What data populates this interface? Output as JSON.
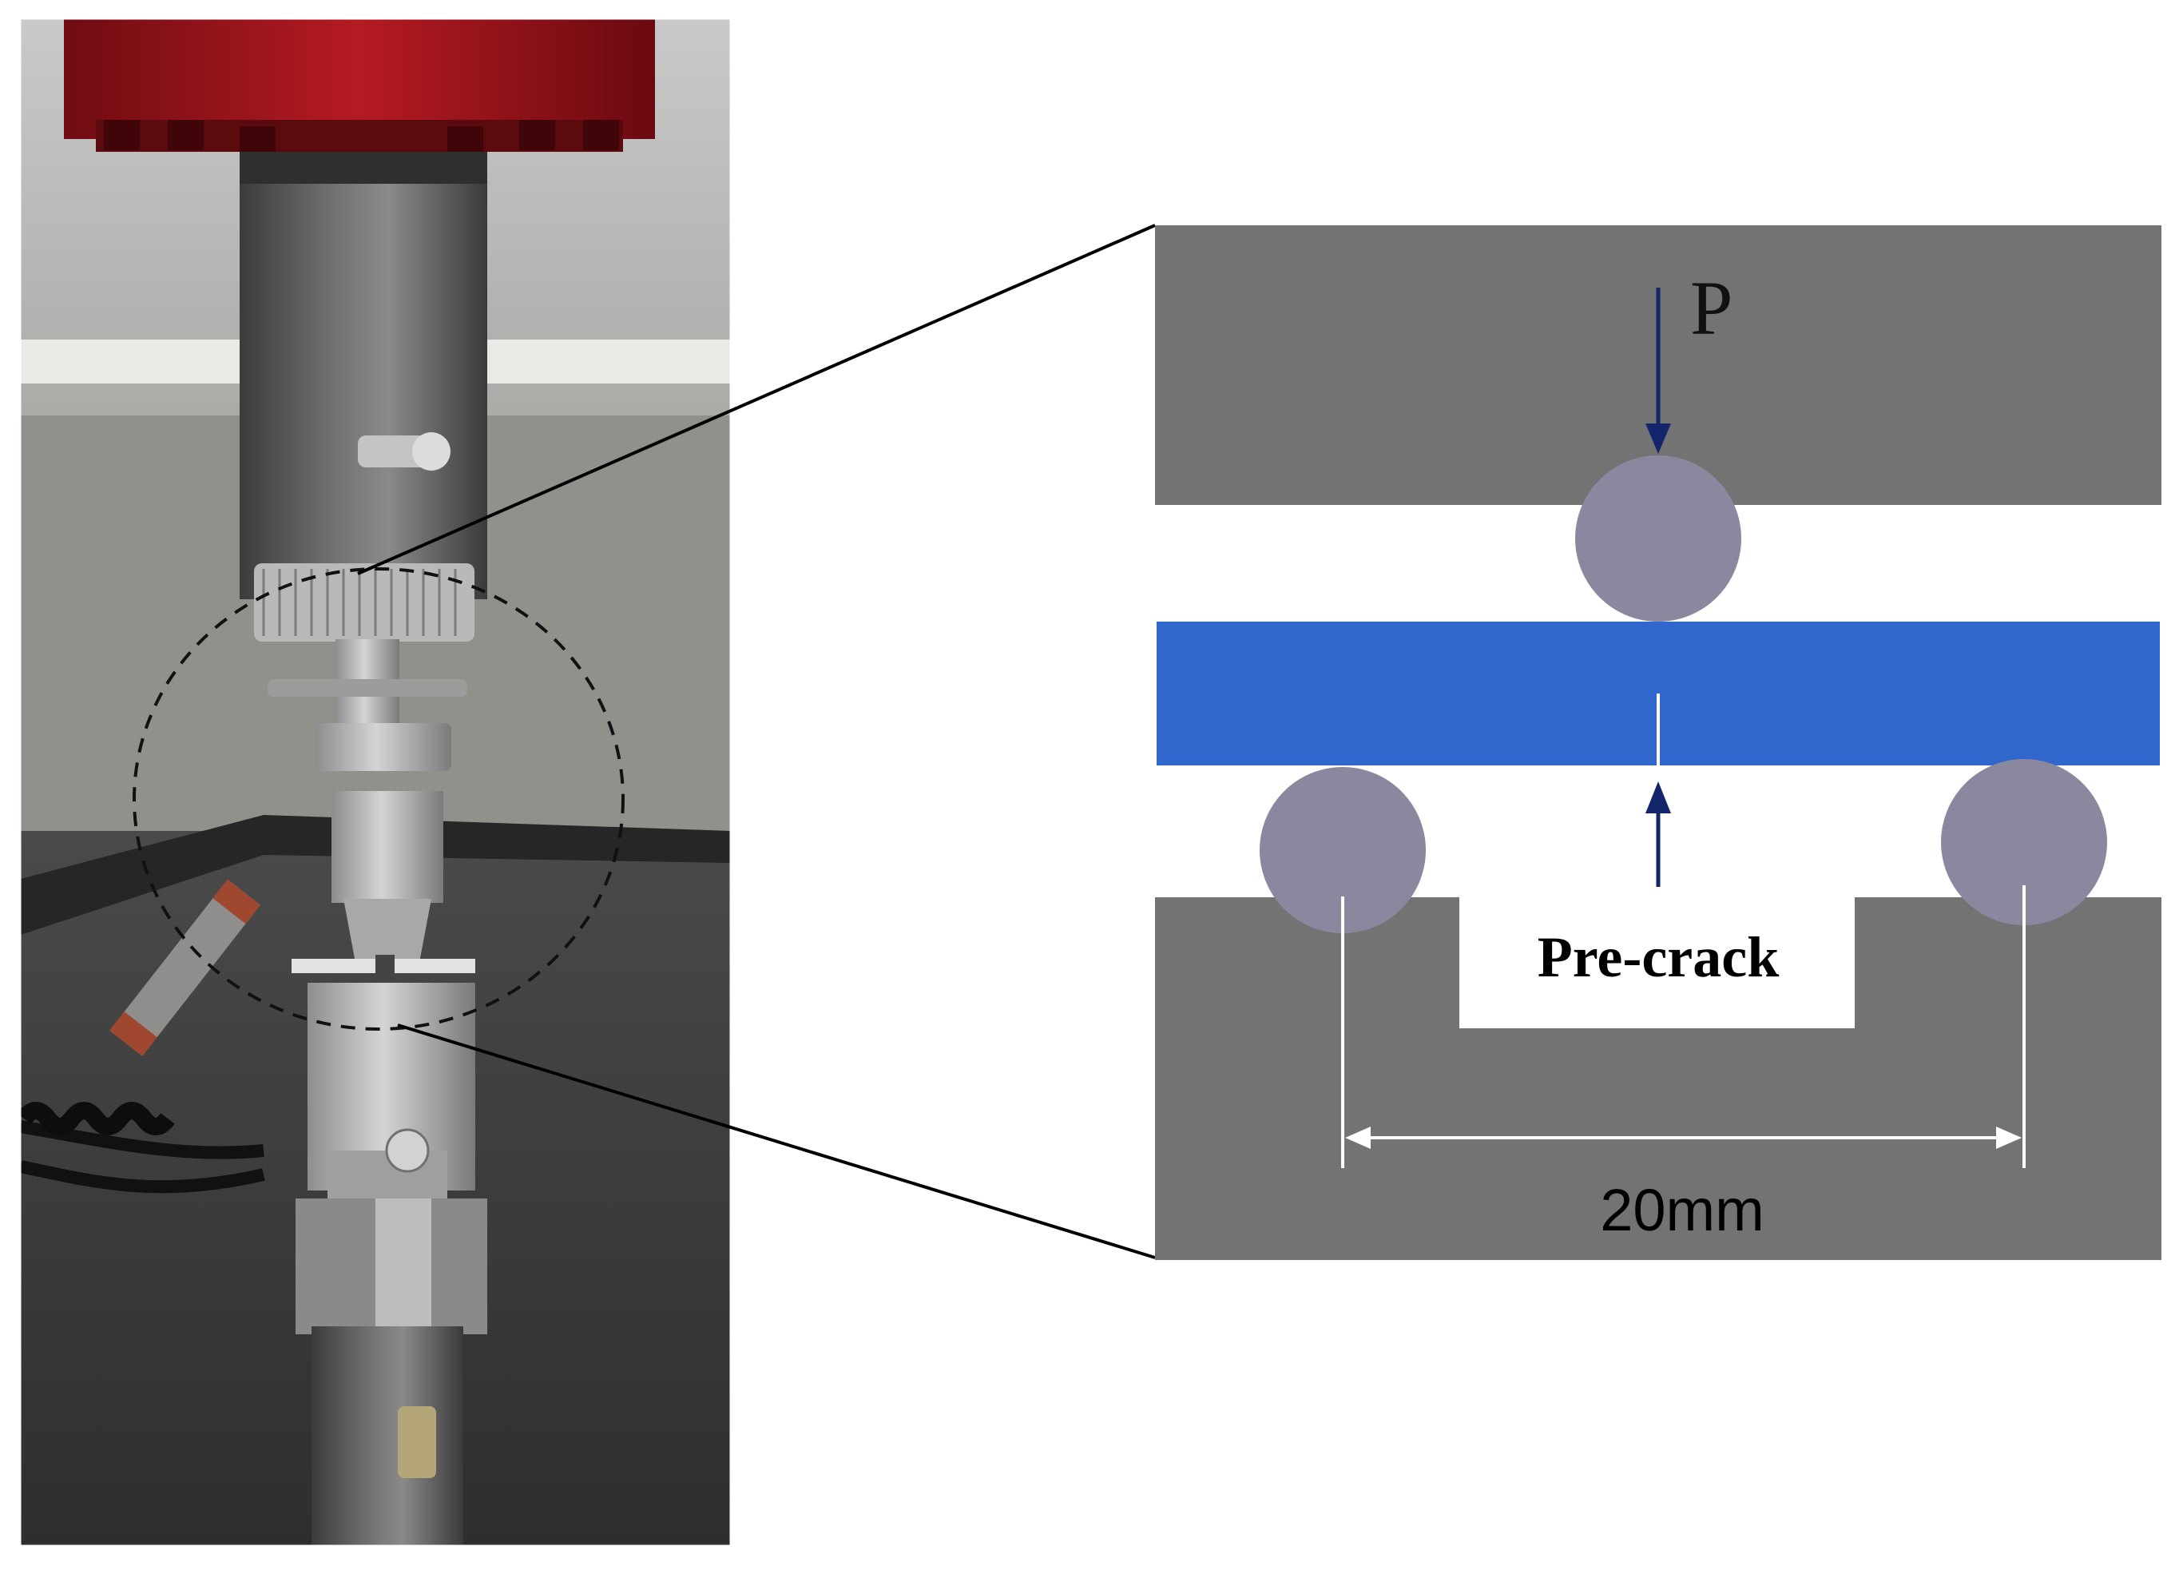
{
  "figure": {
    "photo": {
      "name": "test-rig-photograph"
    },
    "schematic": {
      "load_label": "P",
      "precrack_label": "Pre-crack",
      "span_label": "20mm"
    },
    "colors": {
      "fixture_gray": "#737373",
      "roller_purple_gray": "#8A889F",
      "specimen_blue": "#3166CC",
      "arrow_navy": "#13266B",
      "machine_red": "#A5141C",
      "background": "#FFFFFF"
    }
  }
}
